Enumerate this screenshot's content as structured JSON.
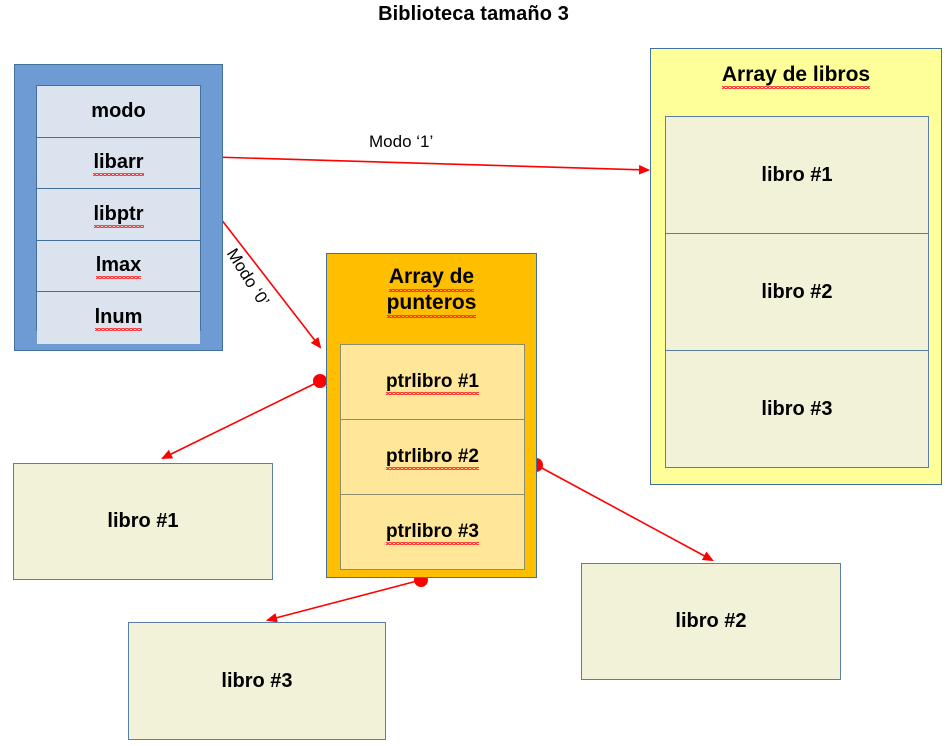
{
  "diagram": {
    "title": "Biblioteca tamaño 3",
    "accent_colors": {
      "struct_fill": "#6f9bd4",
      "struct_cell_fill": "#dbe3ef",
      "libros_fill": "#ffff99",
      "libro_cell_fill": "#f2f2d9",
      "punteros_fill": "#ffbf00",
      "ptr_cell_fill": "#ffe699",
      "connector": "#ff0000",
      "border": "#41719c"
    }
  },
  "struct": {
    "name": "biblioteca-struct",
    "fields": [
      {
        "label": "modo",
        "misspelled": false
      },
      {
        "label": "libarr",
        "misspelled": true
      },
      {
        "label": "libptr",
        "misspelled": true
      },
      {
        "label": "lmax",
        "misspelled": true
      },
      {
        "label": "lnum",
        "misspelled": true
      }
    ]
  },
  "array_libros": {
    "header": "Array de libros",
    "cells": [
      {
        "label": "libro #1"
      },
      {
        "label": "libro #2"
      },
      {
        "label": "libro #3"
      }
    ]
  },
  "array_punteros": {
    "header_line1": "Array de",
    "header_line2": "punteros",
    "cells": [
      {
        "label": "ptrlibro #1"
      },
      {
        "label": "ptrlibro #2"
      },
      {
        "label": "ptrlibro #3"
      }
    ]
  },
  "free_libros": [
    {
      "label": "libro #1"
    },
    {
      "label": "libro #2"
    },
    {
      "label": "libro #3"
    }
  ],
  "edges": [
    {
      "label": "Modo ‘1’",
      "from": "libarr",
      "to": "array-de-libros"
    },
    {
      "label": "Modo ‘0’",
      "from": "libptr",
      "to": "array-de-punteros"
    },
    {
      "label": "",
      "from": "ptrlibro-1",
      "to": "libro-1"
    },
    {
      "label": "",
      "from": "ptrlibro-2",
      "to": "libro-2"
    },
    {
      "label": "",
      "from": "ptrlibro-3",
      "to": "libro-3"
    }
  ]
}
